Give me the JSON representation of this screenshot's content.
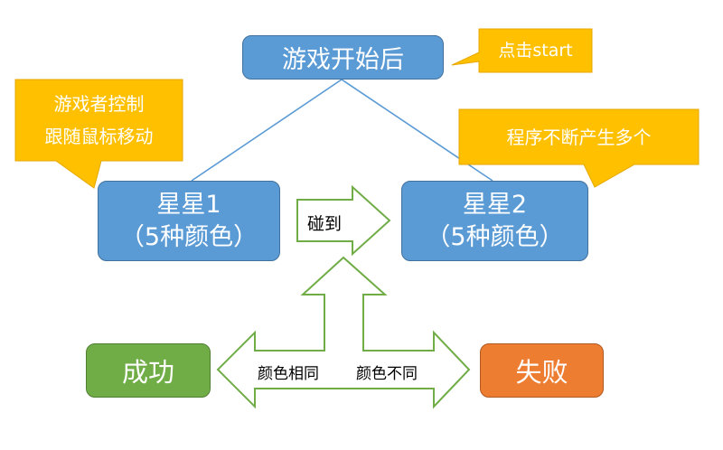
{
  "start_box": {
    "label": "游戏开始后"
  },
  "start_callout": {
    "text": "点击start"
  },
  "player_callout": {
    "lines": [
      "游戏者控制",
      "跟随鼠标移动"
    ]
  },
  "spawn_callout": {
    "text": "程序不断产生多个"
  },
  "star1": {
    "title": "星星1",
    "subtitle": "（5种颜色）"
  },
  "star2": {
    "title": "星星2",
    "subtitle": "（5种颜色）"
  },
  "collide_arrow": {
    "label": "碰到"
  },
  "outcome_arrow": {
    "left_label": "颜色相同",
    "right_label": "颜色不同"
  },
  "success_box": {
    "label": "成功"
  },
  "fail_box": {
    "label": "失败"
  },
  "colors": {
    "box_blue": "#5b9bd5",
    "box_green": "#70ad47",
    "box_orange": "#ed7d31",
    "callout_gold": "#ffc000",
    "arrow_outline": "#70ad47",
    "connector_line": "#5b9bd5"
  }
}
